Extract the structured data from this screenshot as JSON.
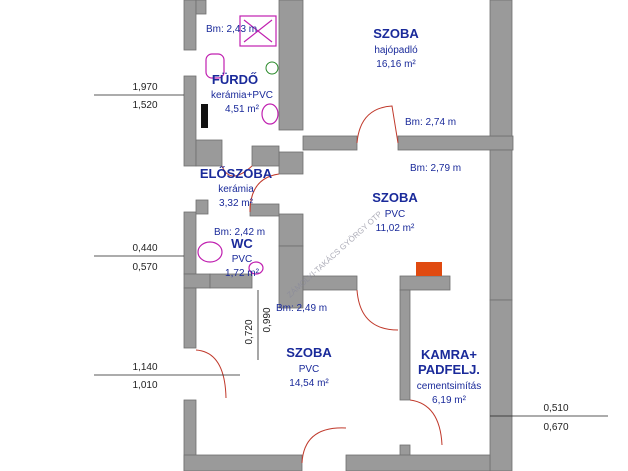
{
  "colors": {
    "wall": "#9a9a9a",
    "wall_edge": "#6f6f6f",
    "floor": "#ffffff",
    "label": "#1a2a9a",
    "fixture": "#c020b0",
    "heater": "#e04a10",
    "door": "#c0392b"
  },
  "rooms": [
    {
      "id": "szoba-top",
      "name": "SZOBA",
      "material": "hajópadló",
      "area": "16,16 m²"
    },
    {
      "id": "furdo",
      "name": "FÜRDŐ",
      "material": "kerámia+PVC",
      "area": "4,51 m²"
    },
    {
      "id": "eloszoba",
      "name": "ELŐSZOBA",
      "material": "kerámia",
      "area": "3,32 m²"
    },
    {
      "id": "szoba-mid",
      "name": "SZOBA",
      "material": "PVC",
      "area": "11,02 m²"
    },
    {
      "id": "wc",
      "name": "WC",
      "material": "PVC",
      "area": "1,72 m²"
    },
    {
      "id": "szoba-bottom",
      "name": "SZOBA",
      "material": "PVC",
      "area": "14,54 m²"
    },
    {
      "id": "kamra",
      "name": "KAMRA+",
      "name2": "PADFELJ.",
      "material": "cementsimítás",
      "area": "6,19 m²"
    }
  ],
  "heights": [
    "Bm: 2,43 m",
    "Bm: 2,74 m",
    "Bm: 2,79 m",
    "Bm: 2,42 m",
    "Bm: 2,49 m"
  ],
  "side_dims": [
    {
      "top": "1,970",
      "bottom": "1,520"
    },
    {
      "top": "0,440",
      "bottom": "0,570"
    },
    {
      "top": "1,140",
      "bottom": "1,010"
    },
    {
      "top": "0,510",
      "bottom": "0,670"
    }
  ],
  "vertical_dims": [
    "0,720",
    "0,990"
  ],
  "watermark": "ZÁMOLYI-TAKÁCS GYÖRGY OTP"
}
